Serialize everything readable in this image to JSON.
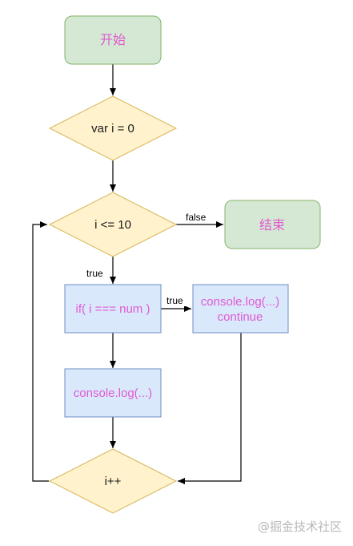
{
  "colors": {
    "terminal_fill": "#d5e8d4",
    "terminal_stroke": "#82b366",
    "decision_fill": "#fff2cc",
    "decision_stroke": "#d6b656",
    "process_fill": "#dae8fc",
    "process_stroke": "#6c8ebf",
    "accent_text": "#e05ad2",
    "plain_text": "#1a1a1a"
  },
  "nodes": {
    "start": "开始",
    "init": "var i = 0",
    "condition": "i <= 10",
    "end": "结束",
    "check": "if( i === num )",
    "log_continue_line1": "console.log(...)",
    "log_continue_line2": "continue",
    "log": "console.log(...)",
    "increment": "i++"
  },
  "edge_labels": {
    "false": "false",
    "true_down": "true",
    "true_right": "true"
  },
  "watermark": "@掘金技术社区"
}
